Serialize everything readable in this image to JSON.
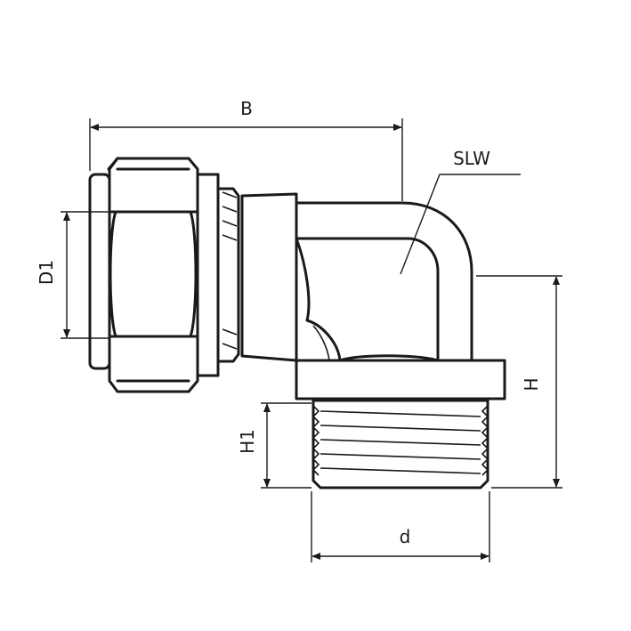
{
  "labels": {
    "B": "B",
    "SLW": "SLW",
    "D1": "D1",
    "H": "H",
    "H1": "H1",
    "d": "d"
  }
}
